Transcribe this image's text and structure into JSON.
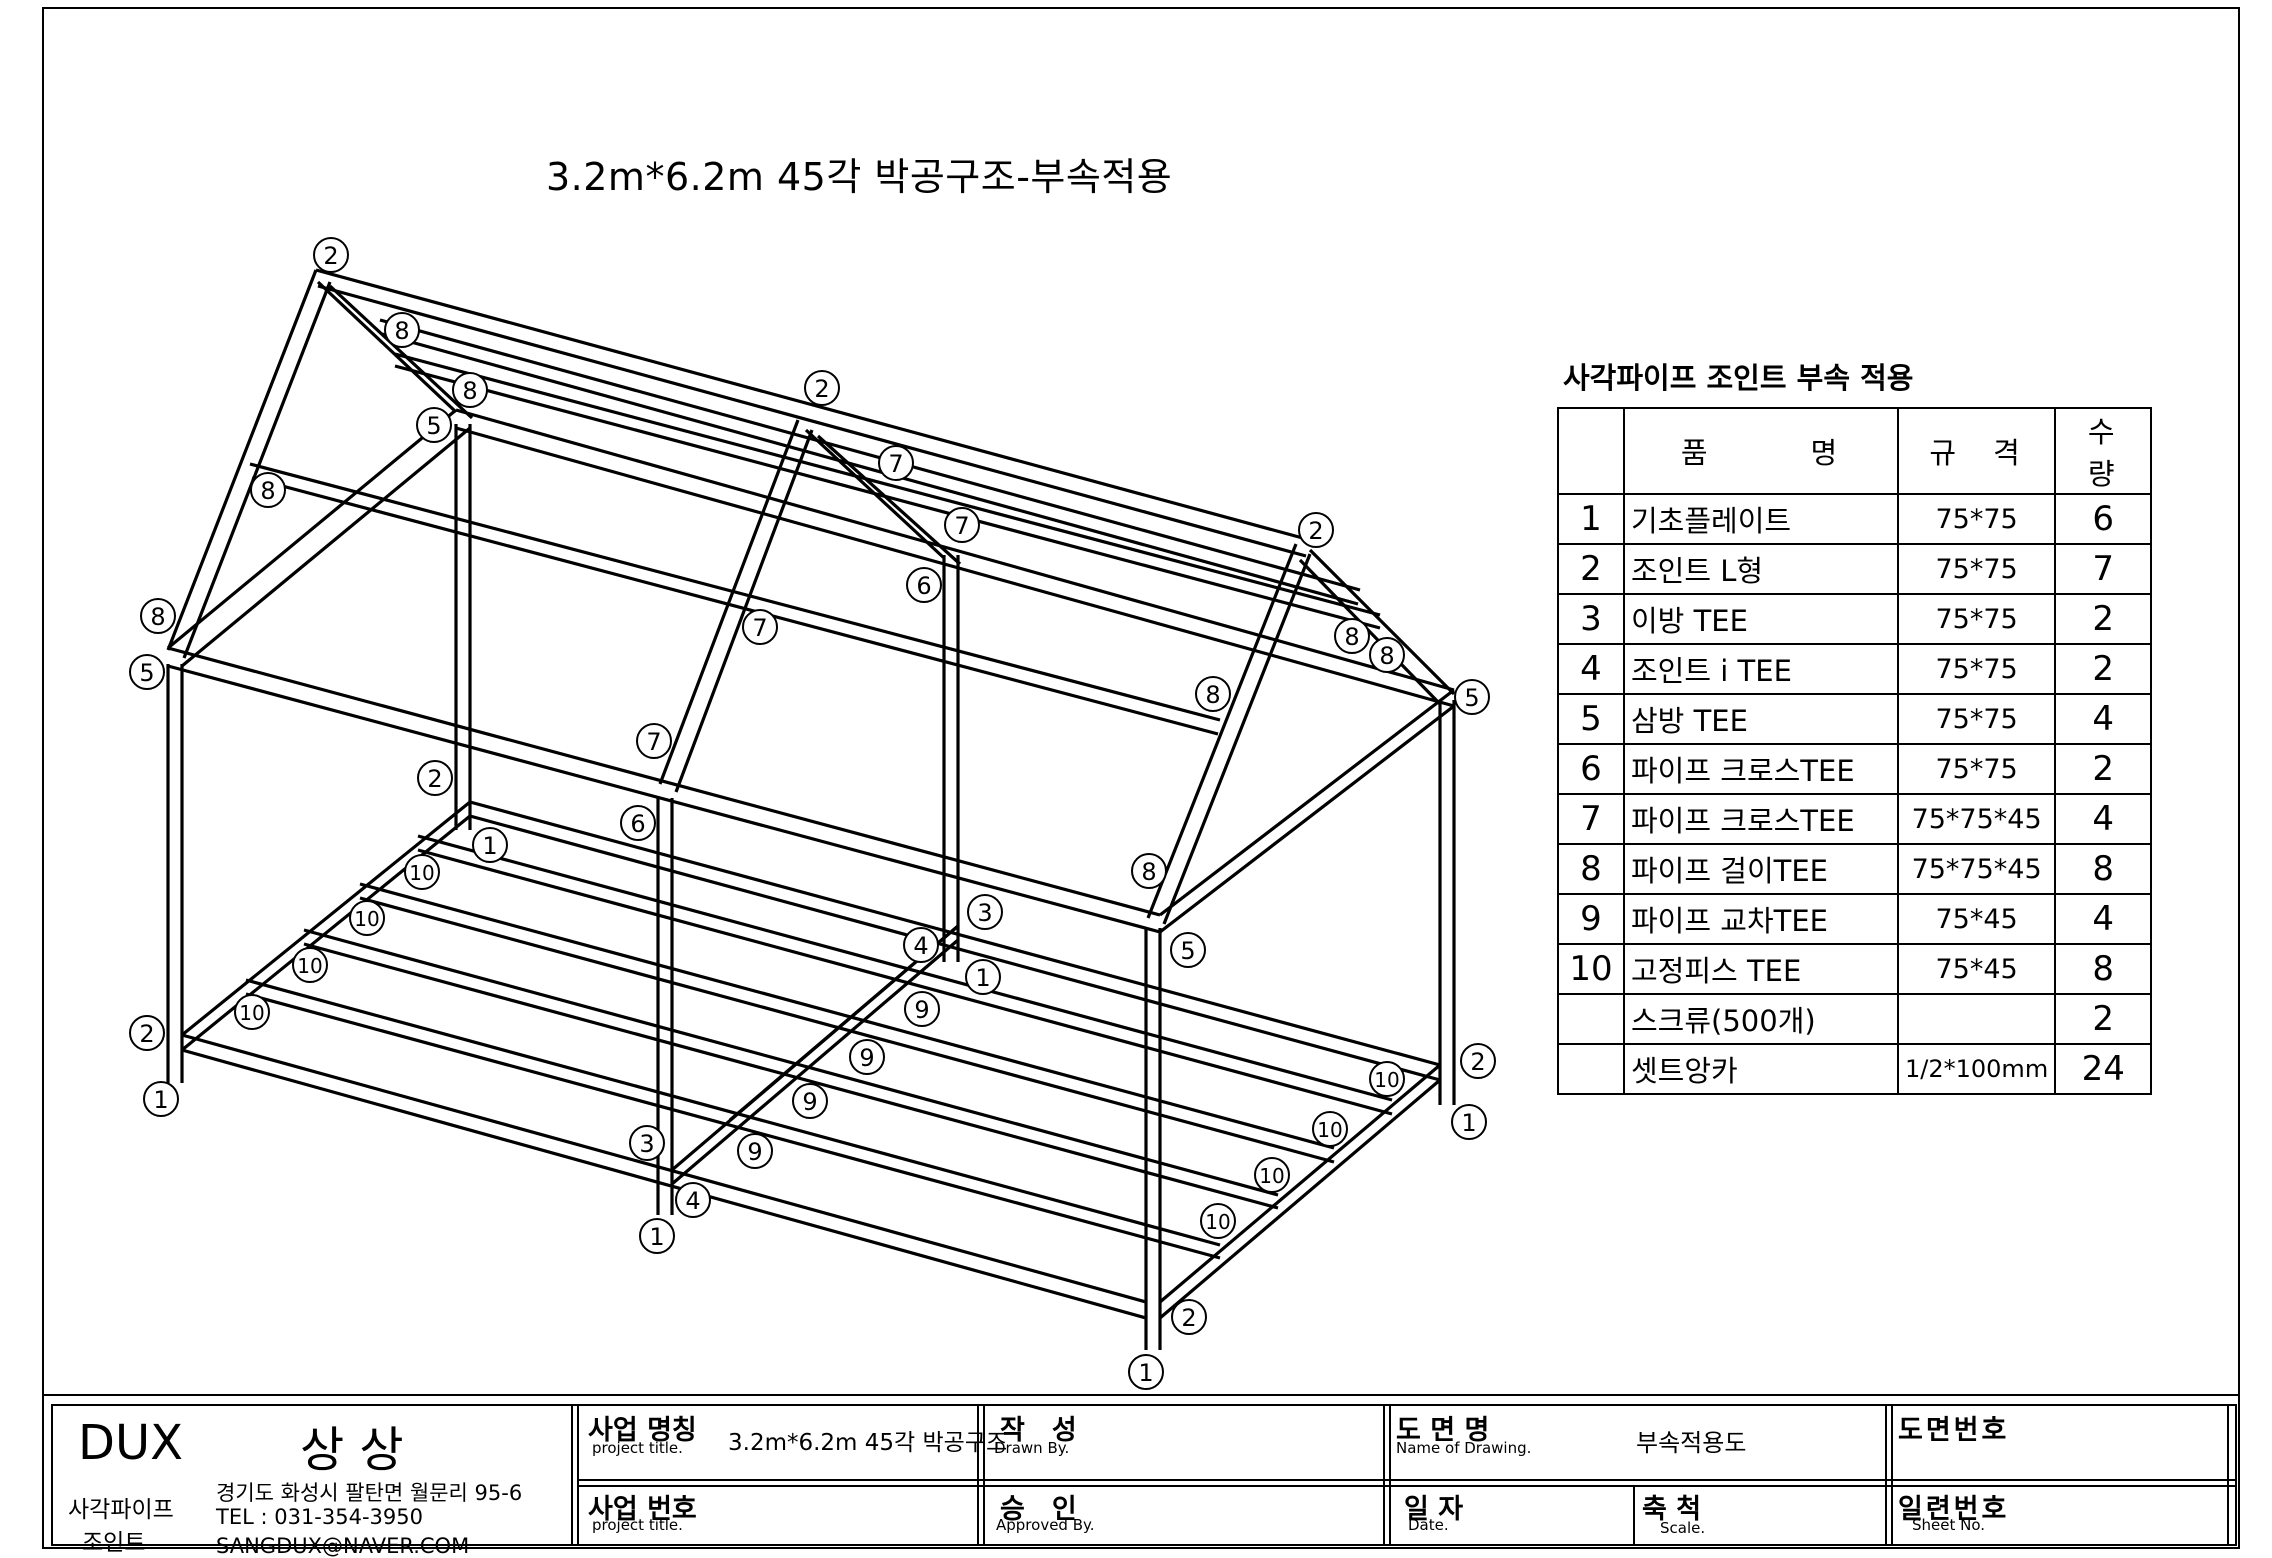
{
  "drawing_title": "3.2m*6.2m 45각 박공구조-부속적용",
  "table_title": "사각파이프 조인트 부속 적용",
  "table_header": {
    "name": "품　　　명",
    "spec": "규　격",
    "qty": "수　량"
  },
  "parts": [
    {
      "no": "1",
      "name": "기초플레이트",
      "spec": "75*75",
      "qty": "6"
    },
    {
      "no": "2",
      "name": "조인트 L형",
      "spec": "75*75",
      "qty": "7"
    },
    {
      "no": "3",
      "name": "이방 TEE",
      "spec": "75*75",
      "qty": "2"
    },
    {
      "no": "4",
      "name": "조인트 i TEE",
      "spec": "75*75",
      "qty": "2"
    },
    {
      "no": "5",
      "name": "삼방 TEE",
      "spec": "75*75",
      "qty": "4"
    },
    {
      "no": "6",
      "name": "파이프 크로스TEE",
      "spec": "75*75",
      "qty": "2"
    },
    {
      "no": "7",
      "name": "파이프 크로스TEE",
      "spec": "75*75*45",
      "qty": "4"
    },
    {
      "no": "8",
      "name": "파이프 걸이TEE",
      "spec": "75*75*45",
      "qty": "8"
    },
    {
      "no": "9",
      "name": "파이프 교차TEE",
      "spec": "75*45",
      "qty": "4"
    },
    {
      "no": "10",
      "name": "고정피스 TEE",
      "spec": "75*45",
      "qty": "8"
    },
    {
      "no": "",
      "name": "스크류(500개)",
      "spec": "",
      "qty": "2"
    },
    {
      "no": "",
      "name": "셋트앙카",
      "spec": "1/2*100mm",
      "qty": "24"
    }
  ],
  "title_block": {
    "company": "DUX",
    "brand": "상 상",
    "product_line1": "사각파이프",
    "product_line2": "조인트",
    "address": "경기도 화성시 팔탄면 월문리 95-6",
    "tel": "TEL : 031-354-3950",
    "email": "SANGDUX@NAVER.COM",
    "project_name_label": "사업 명칭",
    "project_name_sub": "project title.",
    "project_name_value": "3.2m*6.2m 45각 박공구조",
    "project_no_label": "사업 번호",
    "project_no_sub": "project title.",
    "drawn_label": "작　성",
    "drawn_sub": "Drawn By.",
    "approved_label": "승　인",
    "approved_sub": "Approved By.",
    "drawing_name_label": "도 면 명",
    "drawing_name_sub": "Name of Drawing.",
    "drawing_name_value": "부속적용도",
    "date_label": "일 자",
    "date_sub": "Date.",
    "scale_label": "축 척",
    "scale_sub": "Scale.",
    "drawing_no_label": "도면번호",
    "sheet_no_label": "일련번호",
    "sheet_no_sub": "Sheet No."
  },
  "callouts": [
    "1",
    "2",
    "3",
    "4",
    "5",
    "6",
    "7",
    "8",
    "9",
    "10"
  ]
}
